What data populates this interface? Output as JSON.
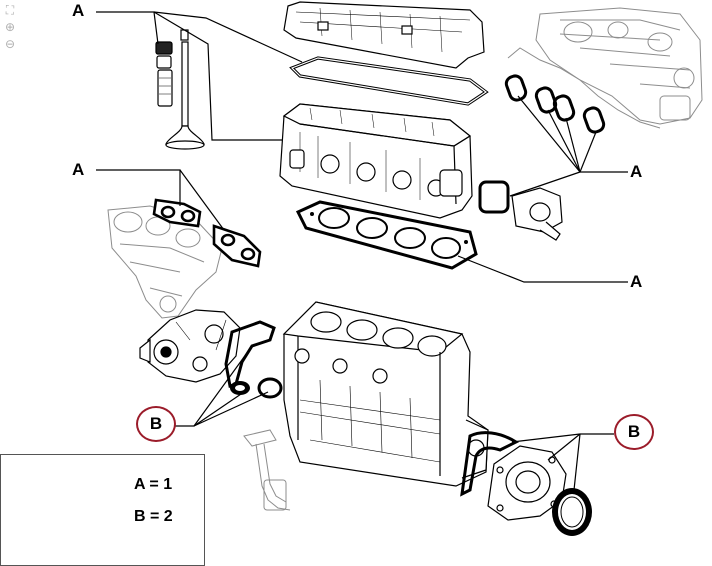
{
  "toolbar": {
    "fit_icon": "fit-to-page-icon",
    "zoom_in_icon": "zoom-in-icon",
    "zoom_out_icon": "zoom-out-icon",
    "fit_glyph": "⛶",
    "zoom_in_glyph": "⊕",
    "zoom_out_glyph": "⊖"
  },
  "callouts": {
    "a_top": "A",
    "a_left": "A",
    "a_right_upper": "A",
    "a_right_lower": "A",
    "b_left": "B",
    "b_right": "B"
  },
  "legend": {
    "line1": "A = 1",
    "line2": "B = 2"
  },
  "colors": {
    "callout_circle": "#9b1c2a",
    "arrow": "#9b1c2a",
    "line_art": "#000000",
    "faded_art": "#9a9a9a"
  }
}
